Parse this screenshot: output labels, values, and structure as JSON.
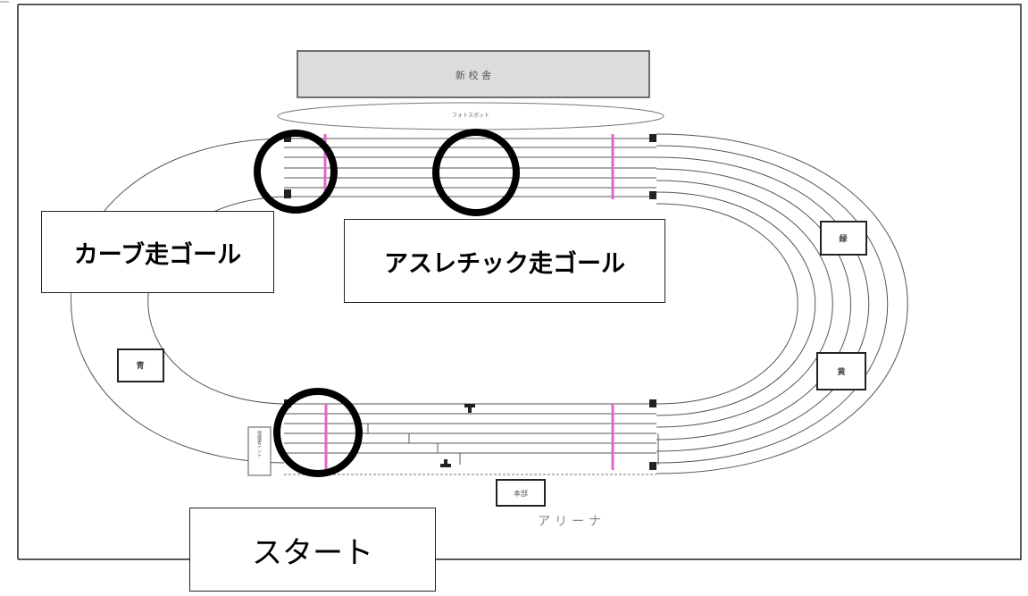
{
  "diagram": {
    "labels": {
      "new_building": "新 校 舎",
      "photo_spot": "フォトスポット",
      "honbu": "本部",
      "arena": "アリーナ",
      "block_top_right": "緑",
      "block_mid_right": "黄",
      "block_left": "青",
      "tent_left": "保護者テント"
    },
    "callouts": {
      "curve_goal": "カーブ走ゴール",
      "athletic_goal": "アスレチック走ゴール",
      "start": "スタート"
    },
    "colors": {
      "finish_line": "#e367c9",
      "marker_ring": "#000000",
      "track_line": "#555555",
      "building_fill": "#dcdcdc"
    }
  }
}
